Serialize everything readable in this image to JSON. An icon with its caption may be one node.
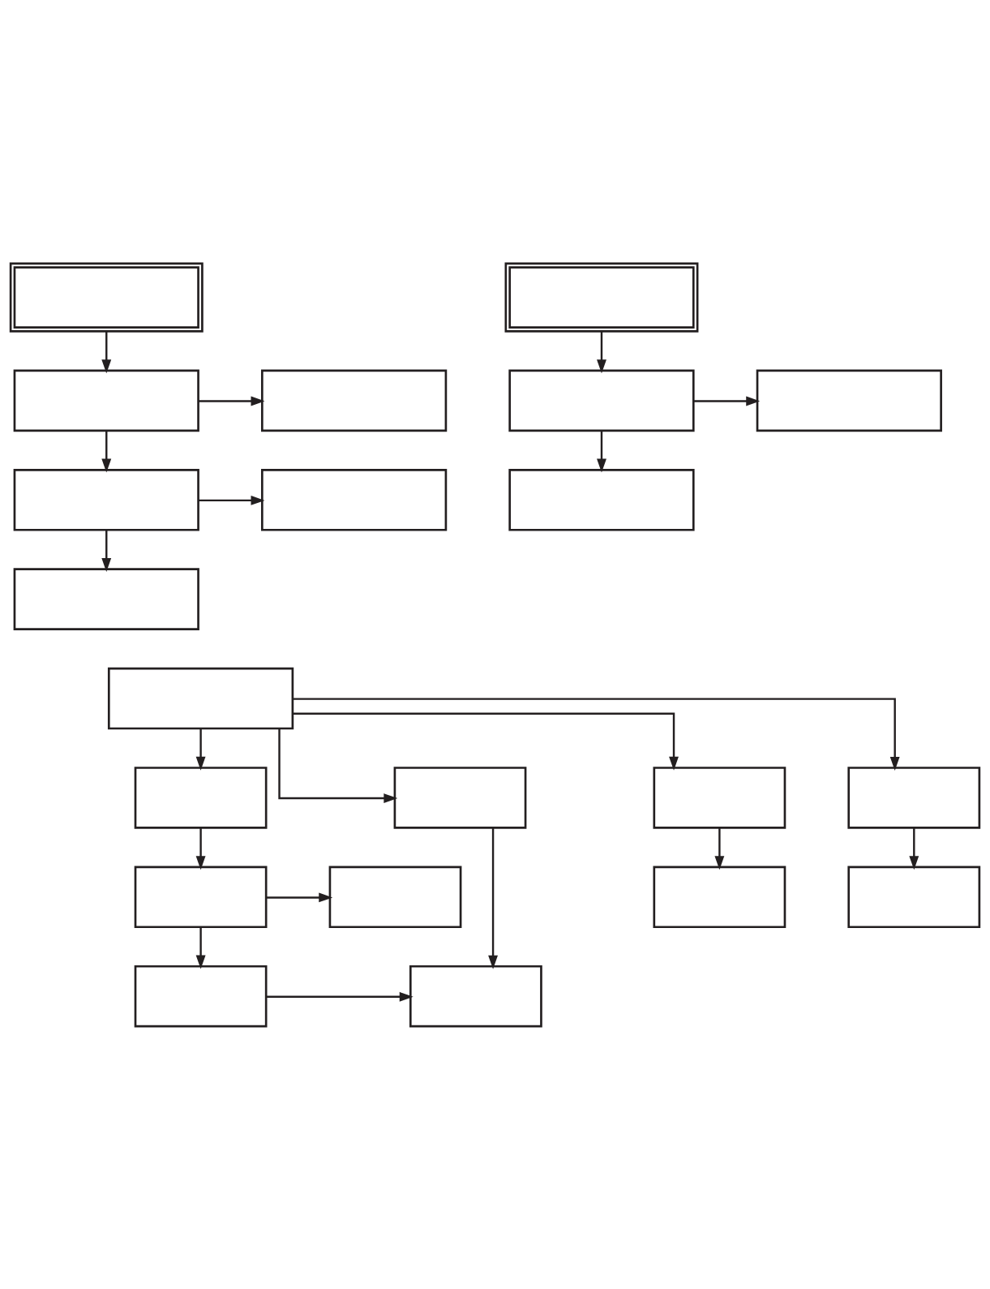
{
  "diagram": {
    "nodes": [
      {
        "text": [],
        "shape": "box"
      },
      {
        "text": [],
        "shape": "box"
      },
      {
        "text": [],
        "shape": "box"
      },
      {
        "text": [],
        "shape": "box"
      },
      {
        "text": [],
        "shape": "box"
      },
      {
        "text": [],
        "shape": "box"
      },
      {
        "text": [],
        "shape": "box"
      },
      {
        "text": [],
        "shape": "box"
      },
      {
        "text": [],
        "shape": "box"
      },
      {
        "text": [],
        "shape": "box"
      },
      {
        "text": [],
        "shape": "box"
      },
      {
        "text": [],
        "shape": "box"
      },
      {
        "text": [],
        "shape": "box"
      },
      {
        "text": [],
        "shape": "box"
      },
      {
        "text": [],
        "shape": "box"
      },
      {
        "text": [],
        "shape": "box"
      },
      {
        "text": [],
        "shape": "box"
      },
      {
        "text": [],
        "shape": "box"
      },
      {
        "text": [],
        "shape": "box"
      },
      {
        "text": [],
        "shape": "box"
      },
      {
        "text": [],
        "shape": "box"
      }
    ],
    "edges": [
      {
        "from": 0,
        "to": 1,
        "arrow": "to"
      },
      {
        "from": 1,
        "to": 2,
        "arrow": "to"
      },
      {
        "from": 1,
        "to": 3,
        "arrow": "to"
      },
      {
        "from": 3,
        "to": 4,
        "arrow": "to"
      },
      {
        "from": 3,
        "to": 5,
        "arrow": "to"
      },
      {
        "from": 6,
        "to": 7,
        "arrow": "to"
      },
      {
        "from": 7,
        "to": 8,
        "arrow": "to"
      },
      {
        "from": 7,
        "to": 9,
        "arrow": "to"
      },
      {
        "from": 10,
        "to": 11,
        "arrow": "to"
      },
      {
        "from": 10,
        "to": 12,
        "arrow": "to"
      },
      {
        "from": 10,
        "to": 13,
        "arrow": "to"
      },
      {
        "from": 10,
        "to": 14,
        "arrow": "to"
      },
      {
        "from": 11,
        "to": 15,
        "arrow": "to"
      },
      {
        "from": 15,
        "to": 16,
        "arrow": "to"
      },
      {
        "from": 13,
        "to": 17,
        "arrow": "to"
      },
      {
        "from": 14,
        "to": 18,
        "arrow": "to"
      },
      {
        "from": 15,
        "to": 19,
        "arrow": "to"
      },
      {
        "from": 19,
        "to": 20,
        "arrow": "to"
      },
      {
        "from": 12,
        "to": 20,
        "arrow": "to"
      }
    ]
  }
}
